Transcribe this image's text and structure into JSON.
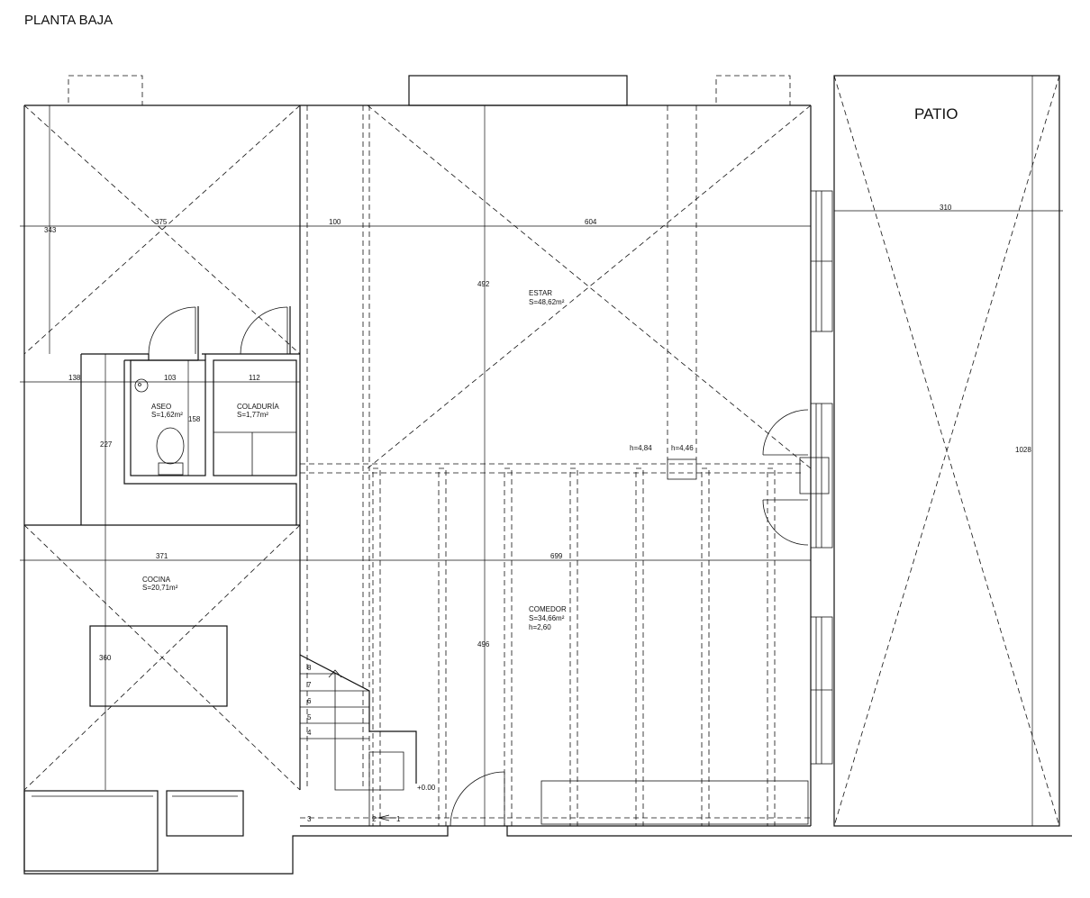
{
  "title": "PLANTA BAJA",
  "patio_label": "PATIO",
  "rooms": {
    "aseo": {
      "name": "ASEO",
      "area": "S=1,62m²"
    },
    "coladuria": {
      "name": "COLADURÍA",
      "area": "S=1,77m²"
    },
    "estar": {
      "name": "ESTAR",
      "area": "S=48,62m²"
    },
    "cocina": {
      "name": "COCINA",
      "area": "S=20,71m²"
    },
    "comedor": {
      "name": "COMEDOR",
      "area": "S=34,66m²",
      "height": "h=2,60"
    }
  },
  "dimensions": {
    "d343": "343",
    "d375": "375",
    "d100": "100",
    "d604": "604",
    "d310": "310",
    "d492": "492",
    "d138": "138",
    "d103": "103",
    "d112": "112",
    "d158": "158",
    "d227": "227",
    "d1028": "1028",
    "d371": "371",
    "d699": "699",
    "d360": "360",
    "d496": "496"
  },
  "heights": {
    "h1": "h=4,84",
    "h2": "h=4,46"
  },
  "level": "+0.00",
  "stair_steps": [
    "8",
    "7",
    "6",
    "5",
    "4",
    "3",
    "2",
    "1"
  ]
}
